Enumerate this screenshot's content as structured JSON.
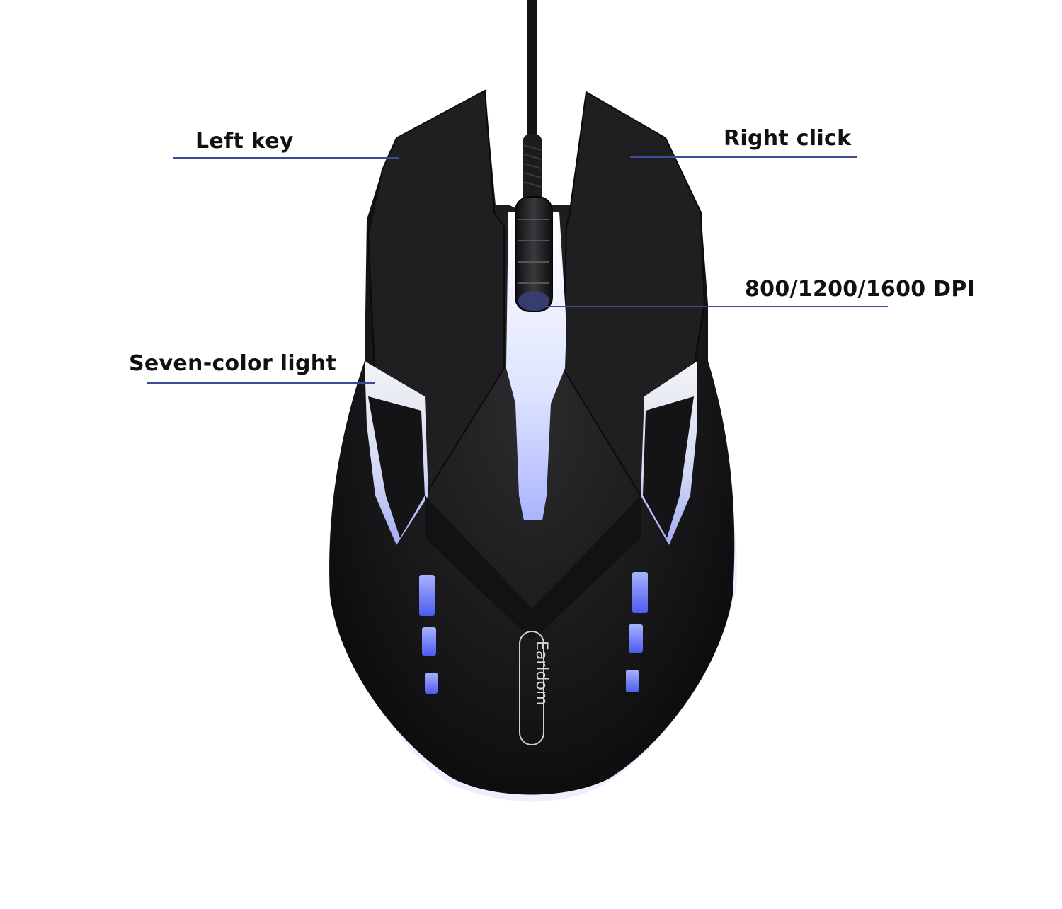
{
  "callouts": {
    "left_key": "Left key",
    "right_click": "Right click",
    "dpi": "800/1200/1600  DPI",
    "light": "Seven-color light"
  },
  "logo": {
    "brand_text": "Earldom"
  },
  "colors": {
    "line": "#3d4a9c",
    "body": "#1b1b1d",
    "glow": "#dfe4ff",
    "led": "#5a68ff"
  }
}
